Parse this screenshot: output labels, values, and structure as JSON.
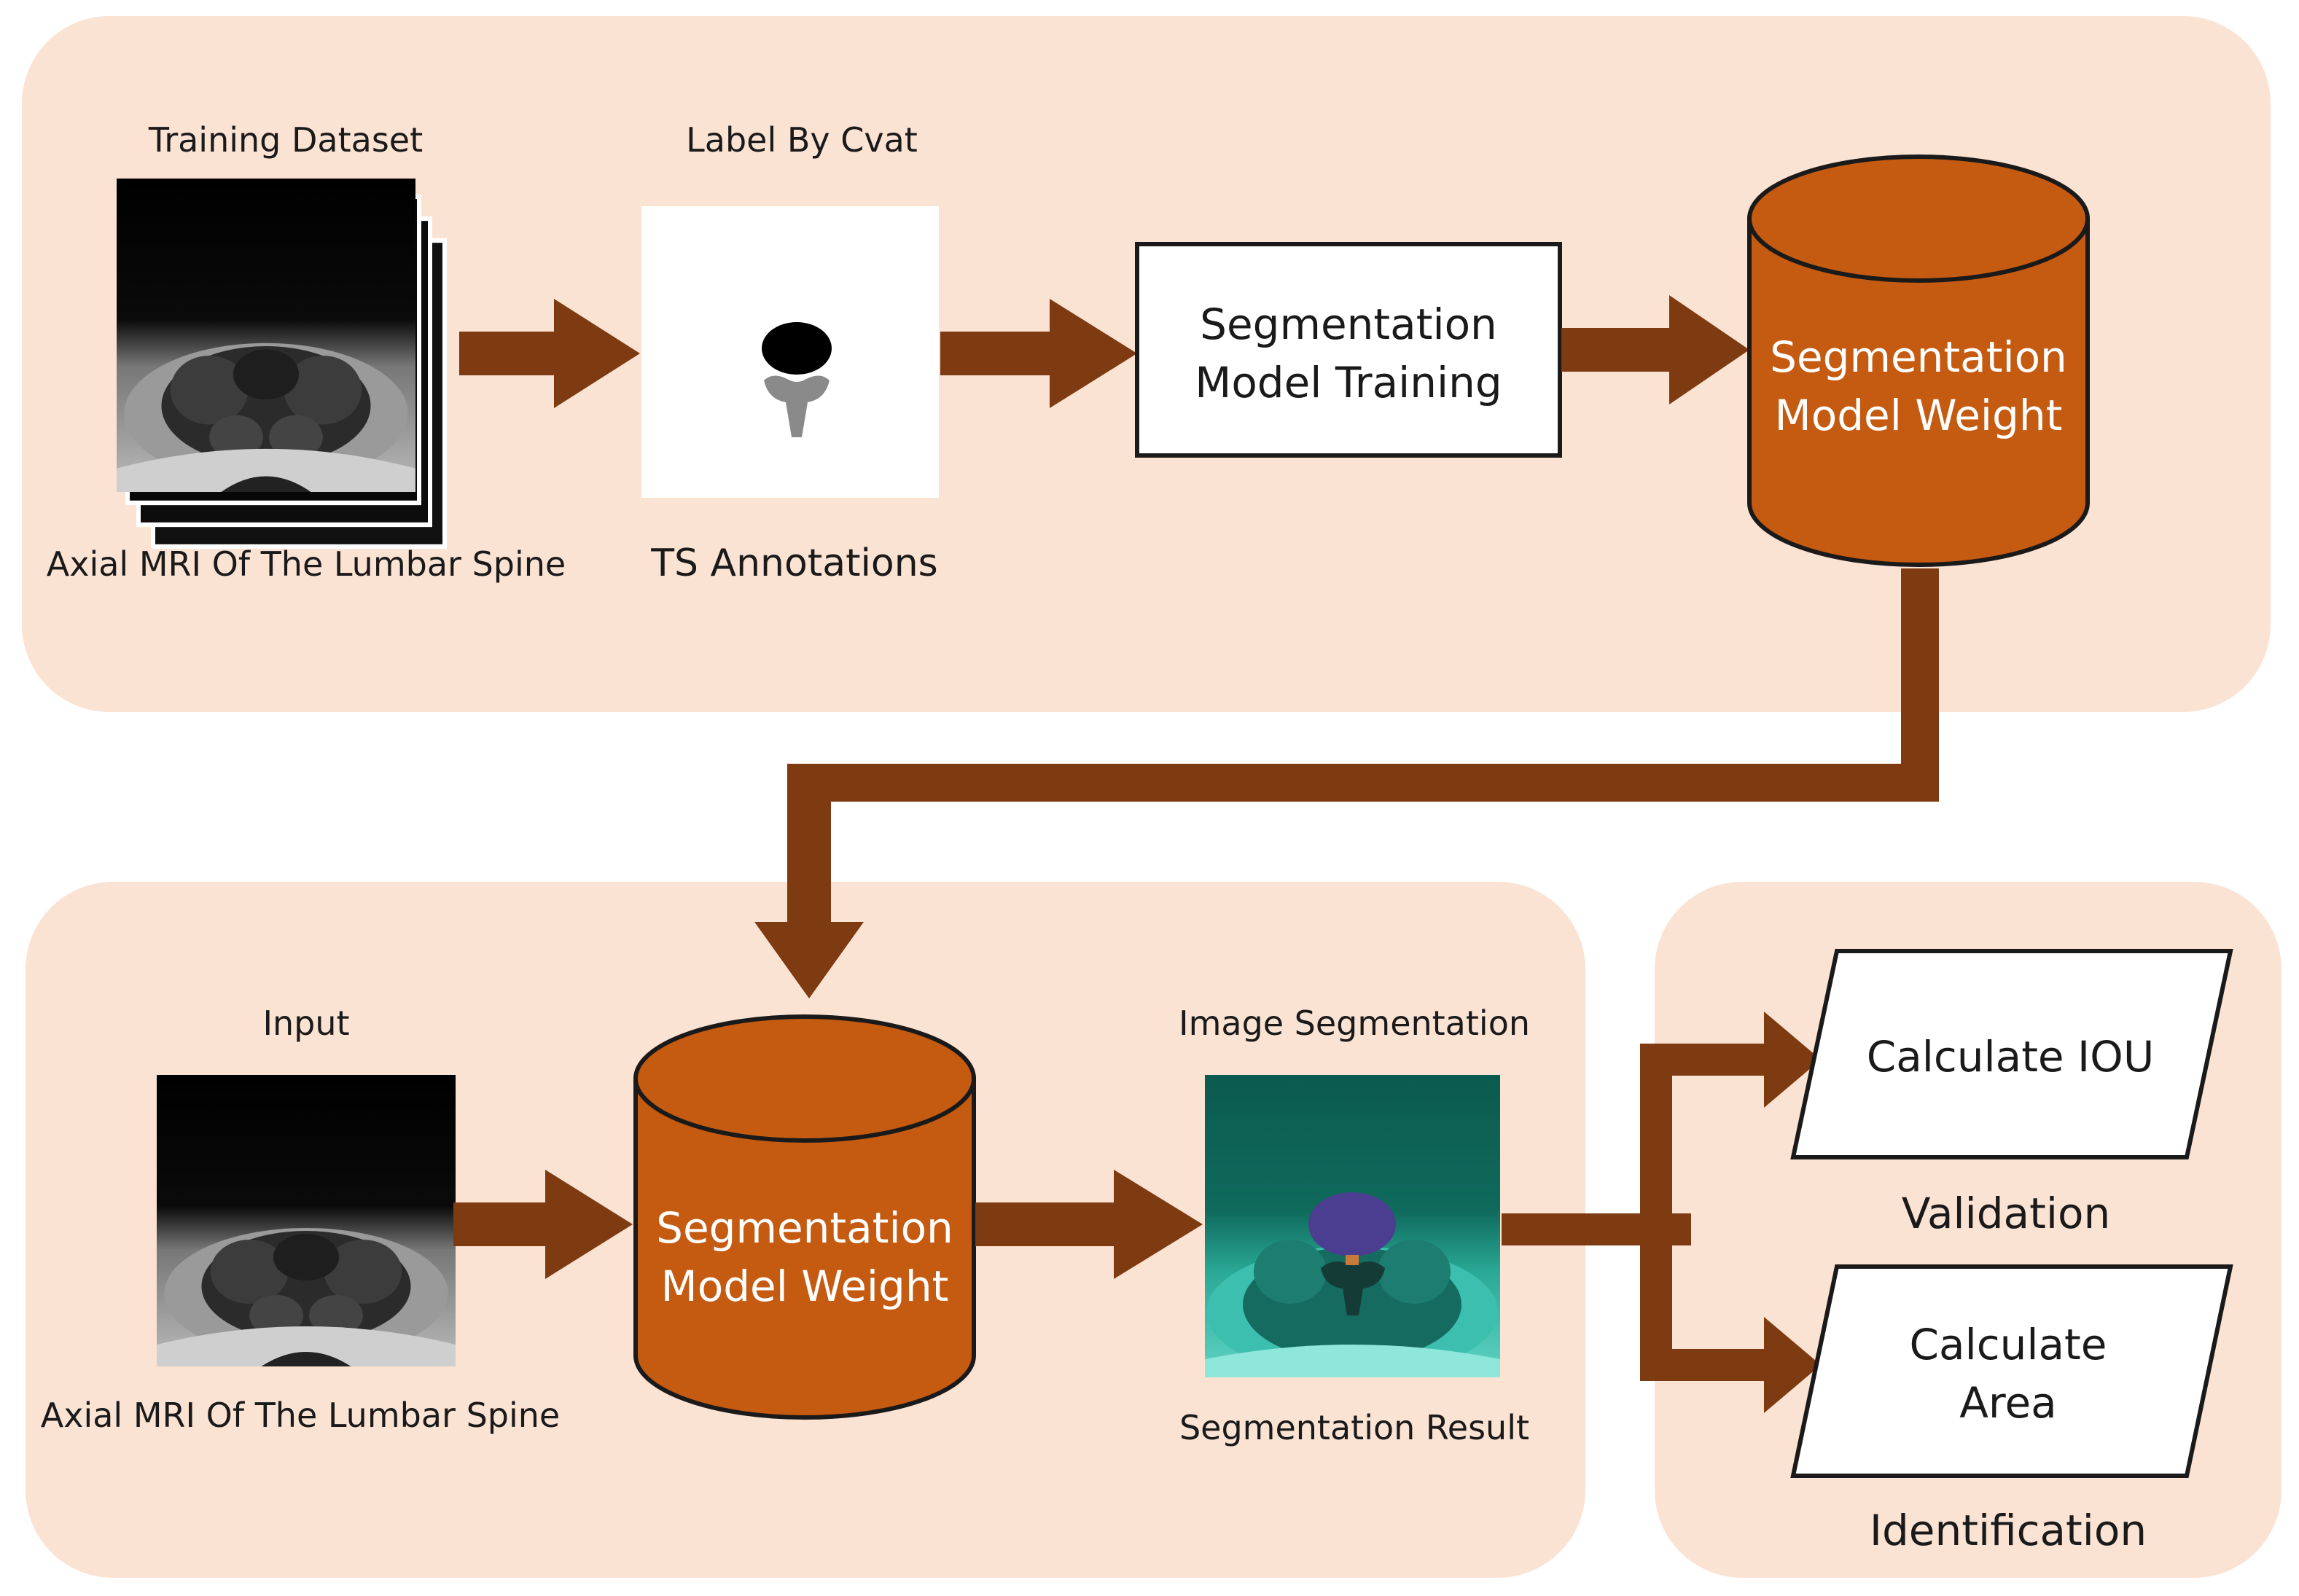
{
  "colors": {
    "panel": "#fbe3d4",
    "arrow": "#7e3a10",
    "cylinder": "#c55a11",
    "cylinder_edge": "#1a1a1a"
  },
  "top": {
    "training_dataset_label": "Training Dataset",
    "axial_mri_label": "Axial MRI Of The Lumbar Spine",
    "label_by_cvat": "Label By Cvat",
    "ts_annotations": "TS Annotations",
    "training_box": {
      "line1": "Segmentation",
      "line2": "Model Training"
    },
    "weight_cylinder": {
      "line1": "Segmentation",
      "line2": "Model Weight"
    }
  },
  "bottom": {
    "input_label": "Input",
    "axial_mri_label": "Axial MRI Of The Lumbar Spine",
    "weight_cylinder": {
      "line1": "Segmentation",
      "line2": "Model Weight"
    },
    "image_segmentation_label": "Image Segmentation",
    "segmentation_result_label": "Segmentation Result"
  },
  "right": {
    "iou": "Calculate IOU",
    "validation": "Validation",
    "area": {
      "line1": "Calculate",
      "line2": "Area"
    },
    "identification": "Identification"
  }
}
